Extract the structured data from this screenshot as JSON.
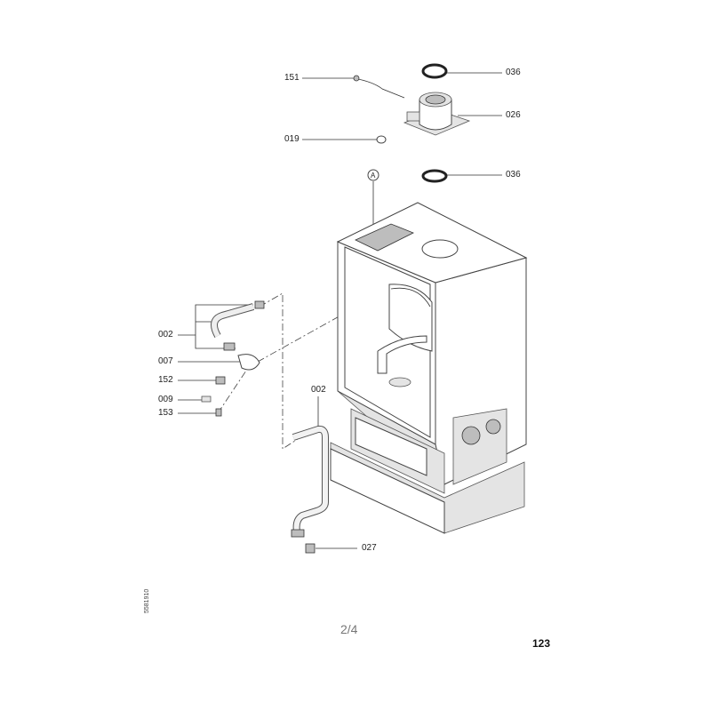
{
  "callouts": {
    "p151": "151",
    "p036_top": "036",
    "p026": "026",
    "p019": "019",
    "p036_mid": "036",
    "marker_a": "A",
    "p002_left": "002",
    "p007": "007",
    "p152": "152",
    "p009": "009",
    "p153": "153",
    "p002_pipe": "002",
    "p027": "027"
  },
  "footer": {
    "doc_number": "5581910",
    "page_fraction": "2/4",
    "page_number": "123"
  }
}
